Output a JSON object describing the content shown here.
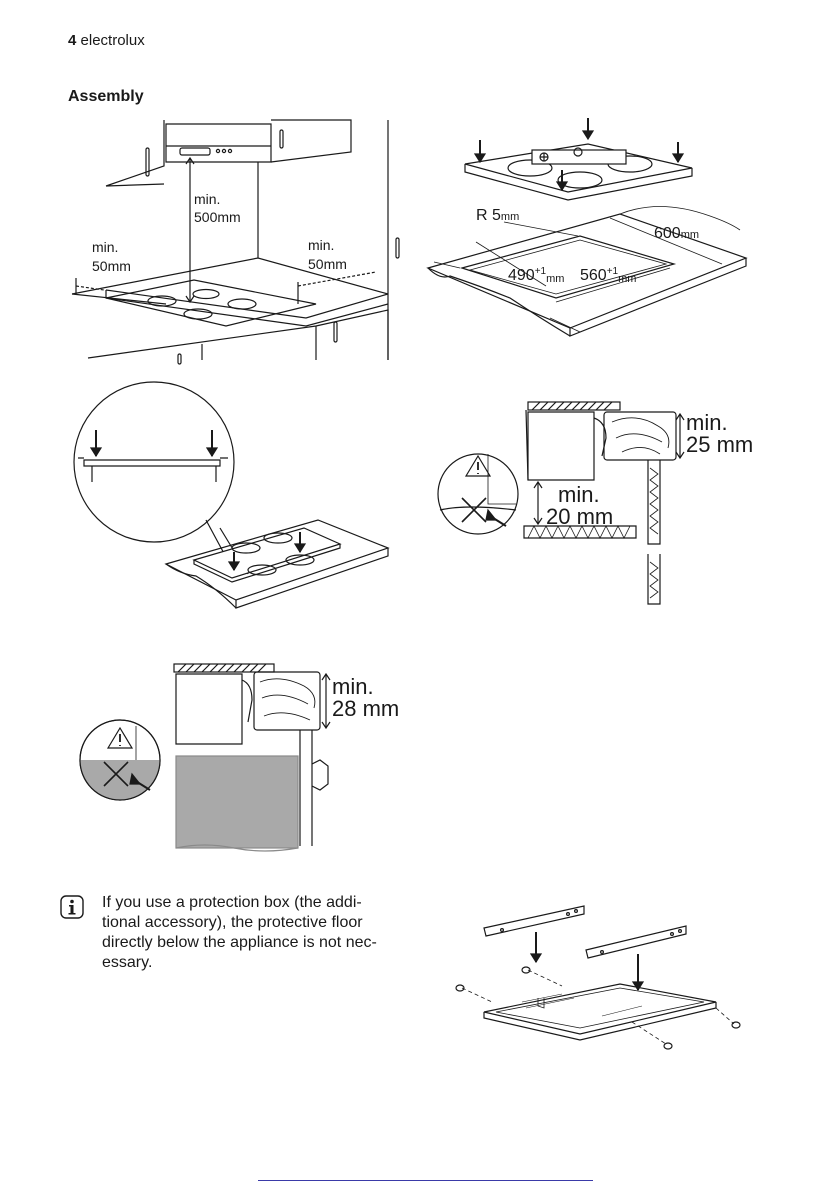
{
  "header": {
    "page_number": "4",
    "brand": "electrolux"
  },
  "section": {
    "title": "Assembly"
  },
  "fig1": {
    "label_top_min": "min.",
    "label_top_val": "500mm",
    "label_left_min": "min.",
    "label_left_val": "50mm",
    "label_right_min": "min.",
    "label_right_val": "50mm"
  },
  "fig2": {
    "radius": "R 5",
    "radius_unit": "mm",
    "depth": "600",
    "depth_unit": "mm",
    "cut_depth": "490",
    "cut_depth_tol": "+1",
    "cut_depth_unit": "mm",
    "cut_width": "560",
    "cut_width_tol": "+1",
    "cut_width_unit": "mm"
  },
  "fig4": {
    "label_a_min": "min.",
    "label_a_val": "25 mm",
    "label_b_min": "min.",
    "label_b_val": "20 mm"
  },
  "fig5": {
    "label_min": "min.",
    "label_val": "28 mm"
  },
  "note": {
    "icon": "info-icon",
    "lines": [
      "If you use a protection box (the addi-",
      "tional accessory), the protective floor",
      "directly below the appliance is not nec-",
      "essary."
    ]
  }
}
